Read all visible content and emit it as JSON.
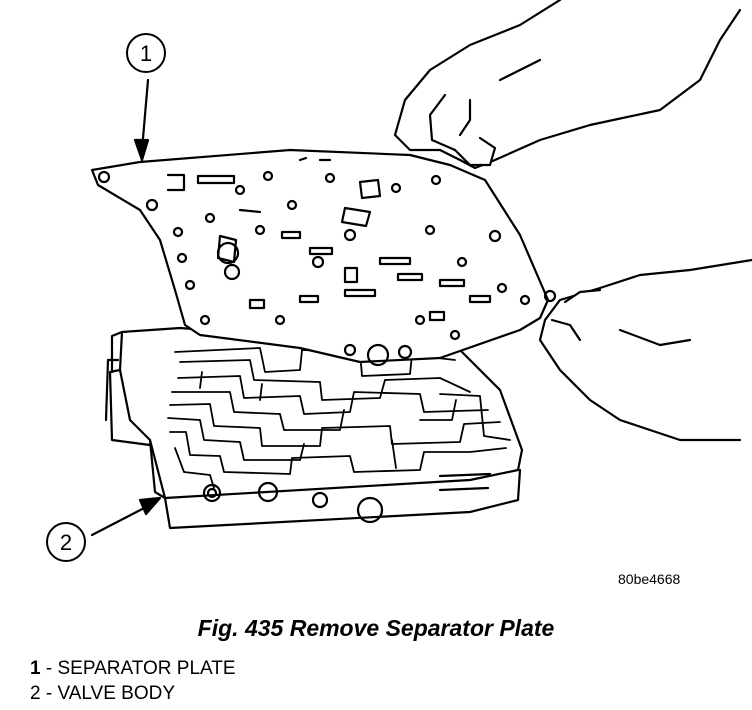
{
  "figure": {
    "callouts": [
      {
        "number": "1"
      },
      {
        "number": "2"
      }
    ],
    "image_code": "80be4668",
    "caption": "Fig. 435 Remove Separator Plate",
    "legend": [
      {
        "number": "1",
        "separator": " - ",
        "text": "SEPARATOR PLATE"
      },
      {
        "number": "2",
        "separator": " - ",
        "text": "VALVE BODY"
      }
    ]
  }
}
